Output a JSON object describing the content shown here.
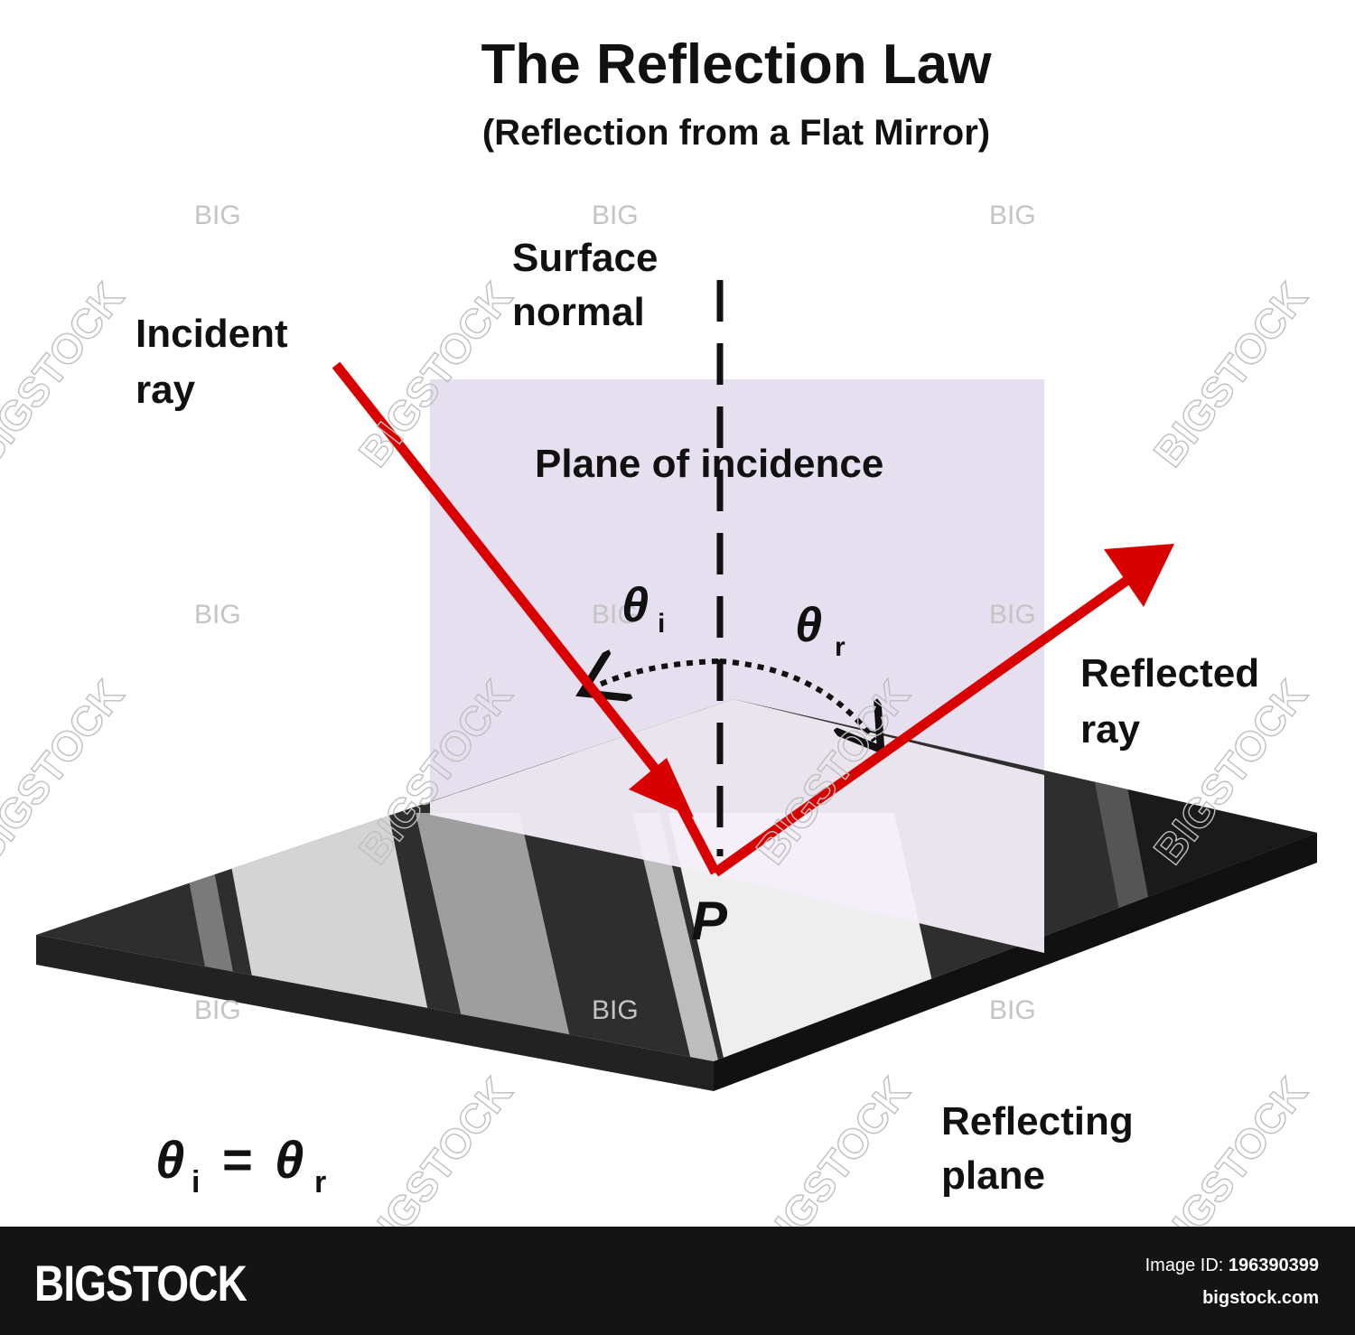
{
  "title": "The Reflection Law",
  "subtitle": "(Reflection from a Flat Mirror)",
  "labels": {
    "surface_normal_1": "Surface",
    "surface_normal_2": "normal",
    "incident_1": "Incident",
    "incident_2": "ray",
    "plane_of_incidence": "Plane of incidence",
    "reflected_1": "Reflected",
    "reflected_2": "ray",
    "reflecting_1": "Reflecting",
    "reflecting_2": "plane",
    "point": "P",
    "theta": "θ",
    "sub_i": "i",
    "sub_r": "r",
    "equals": "="
  },
  "watermark": {
    "small": "BIG",
    "diagonal": "BIGSTOCK"
  },
  "footer": {
    "brand": "BIGSTOCK",
    "image_id_label": "Image ID:",
    "image_id": "196390399",
    "site": "bigstock.com"
  },
  "colors": {
    "ray": "#d90000",
    "plane_of_incidence": "#e5dff0",
    "mirror_dark": "#2b2b2b",
    "footer_bg": "#141414"
  }
}
